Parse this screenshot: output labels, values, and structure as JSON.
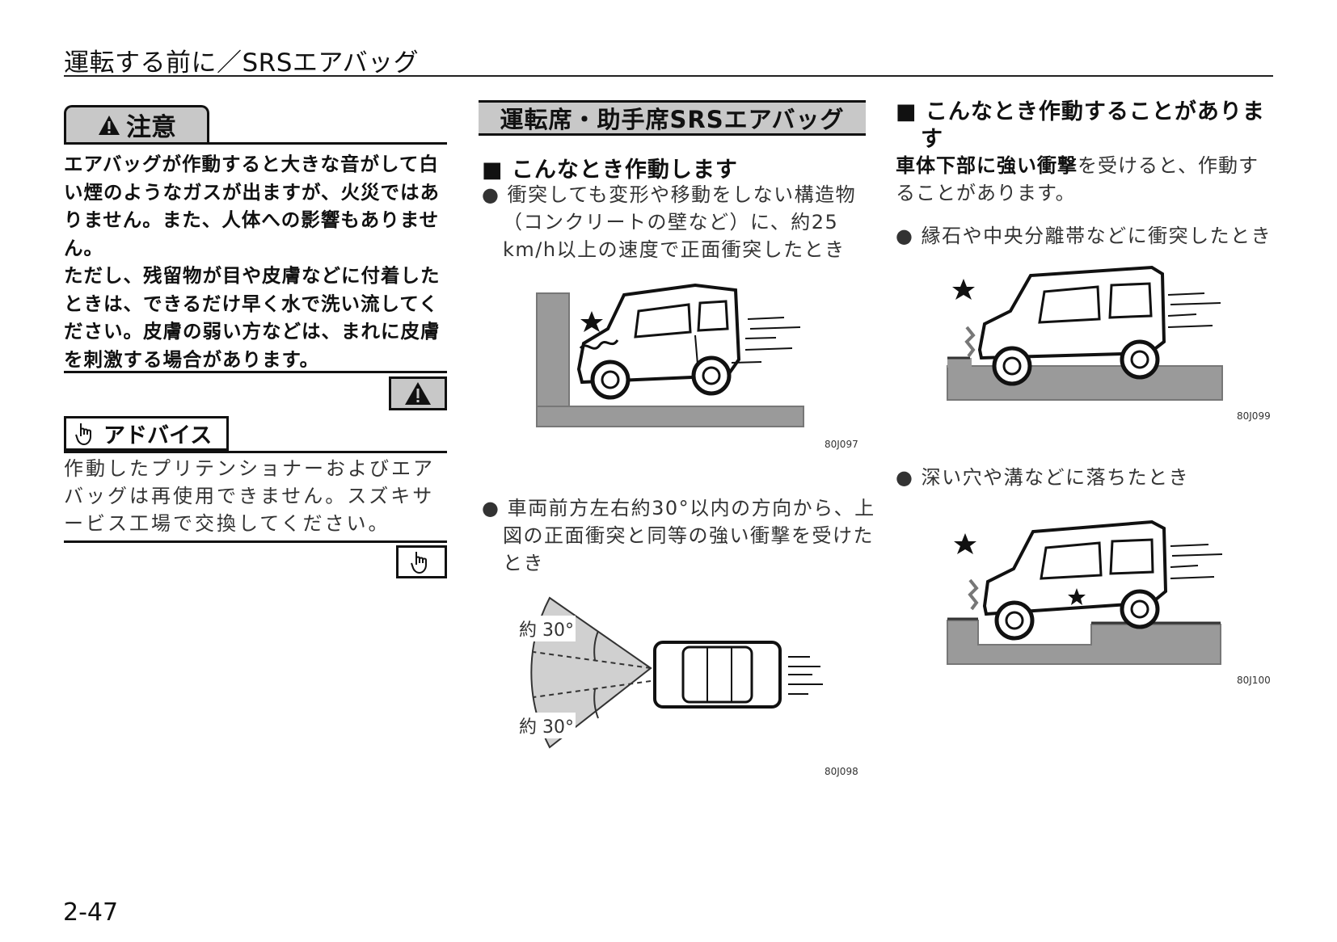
{
  "header": {
    "title": "運転する前に／SRSエアバッグ"
  },
  "caution": {
    "label": "注意",
    "paragraph1": "エアバッグが作動すると大きな音がして白い煙のようなガスが出ますが、火災ではありません。また、人体への影響もありません。",
    "paragraph2": "ただし、残留物が目や皮膚などに付着したときは、できるだけ早く水で洗い流してください。皮膚の弱い方などは、まれに皮膚を刺激する場合があります。"
  },
  "advice": {
    "label": "アドバイス",
    "text": "作動したプリテンショナーおよびエアバッグは再使用できません。スズキサービス工場で交換してください。"
  },
  "section": {
    "title": "運転席・助手席SRSエアバッグ",
    "activates_heading": "■ こんなとき作動します",
    "bullet1": "衝突しても変形や移動をしない構造物（コンクリートの壁など）に、約25 km/h以上の速度で正面衝突したとき",
    "fig1_code": "80J097",
    "bullet2": "車両前方左右約30°以内の方向から、上図の正面衝突と同等の強い衝撃を受けたとき",
    "angle_top": "約 30°",
    "angle_bottom": "約 30°",
    "fig2_code": "80J098"
  },
  "may_activate": {
    "heading_line1": "■ こんなとき作動することがありま",
    "heading_line2": "す",
    "intro_bold": "車体下部に強い衝撃",
    "intro_rest": "を受けると、作動することがあります。",
    "bullet1": "縁石や中央分離帯などに衝突したとき",
    "fig3_code": "80J099",
    "bullet2": "深い穴や溝などに落ちたとき",
    "fig4_code": "80J100"
  },
  "page_number": "2-47"
}
